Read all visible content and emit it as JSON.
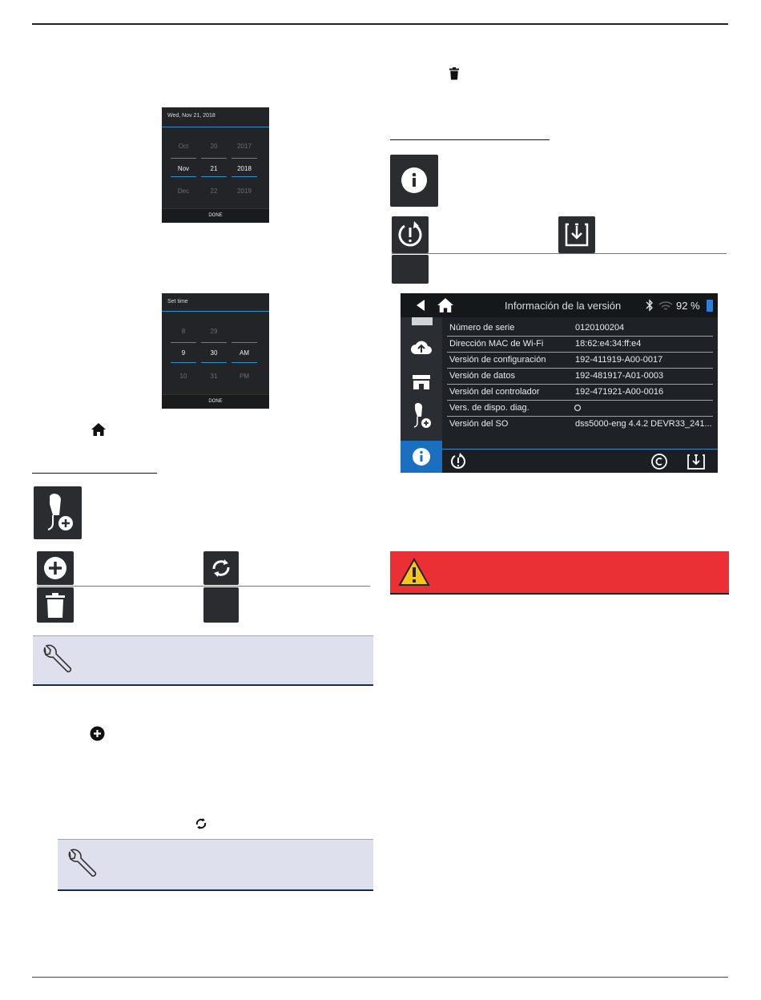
{
  "date_picker": {
    "title": "Wed, Nov 21, 2018",
    "prev": [
      "Oct",
      "20",
      "2017"
    ],
    "selected": [
      "Nov",
      "21",
      "2018"
    ],
    "next": [
      "Dec",
      "22",
      "2019"
    ],
    "done_label": "DONE"
  },
  "time_picker": {
    "title": "Set time",
    "prev": [
      "8",
      "29",
      ""
    ],
    "selected": [
      "9",
      "30",
      "AM"
    ],
    "next": [
      "10",
      "31",
      "PM"
    ],
    "done_label": "DONE"
  },
  "version_screen": {
    "title": "Información de la versión",
    "battery": "92 %",
    "rows": [
      {
        "key": "Número de serie",
        "value": "0120100204"
      },
      {
        "key": "Dirección MAC de Wi-Fi",
        "value": "18:62:e4:34:ff:e4"
      },
      {
        "key": "Versión de configuración",
        "value": "192-411919-A00-0017"
      },
      {
        "key": "Versión de datos",
        "value": "192-481917-A01-0003"
      },
      {
        "key": "Versión del controlador",
        "value": "192-471921-A00-0016"
      },
      {
        "key": "Vers. de dispo. diag.",
        "value": ""
      },
      {
        "key": "Versión del SO",
        "value": "dss5000-eng 4.4.2 DEVR33_241..."
      }
    ]
  },
  "colors": {
    "accent_blue": "#2f90c8",
    "warning_red": "#ea2f35",
    "note_bg": "#dee0ee"
  }
}
